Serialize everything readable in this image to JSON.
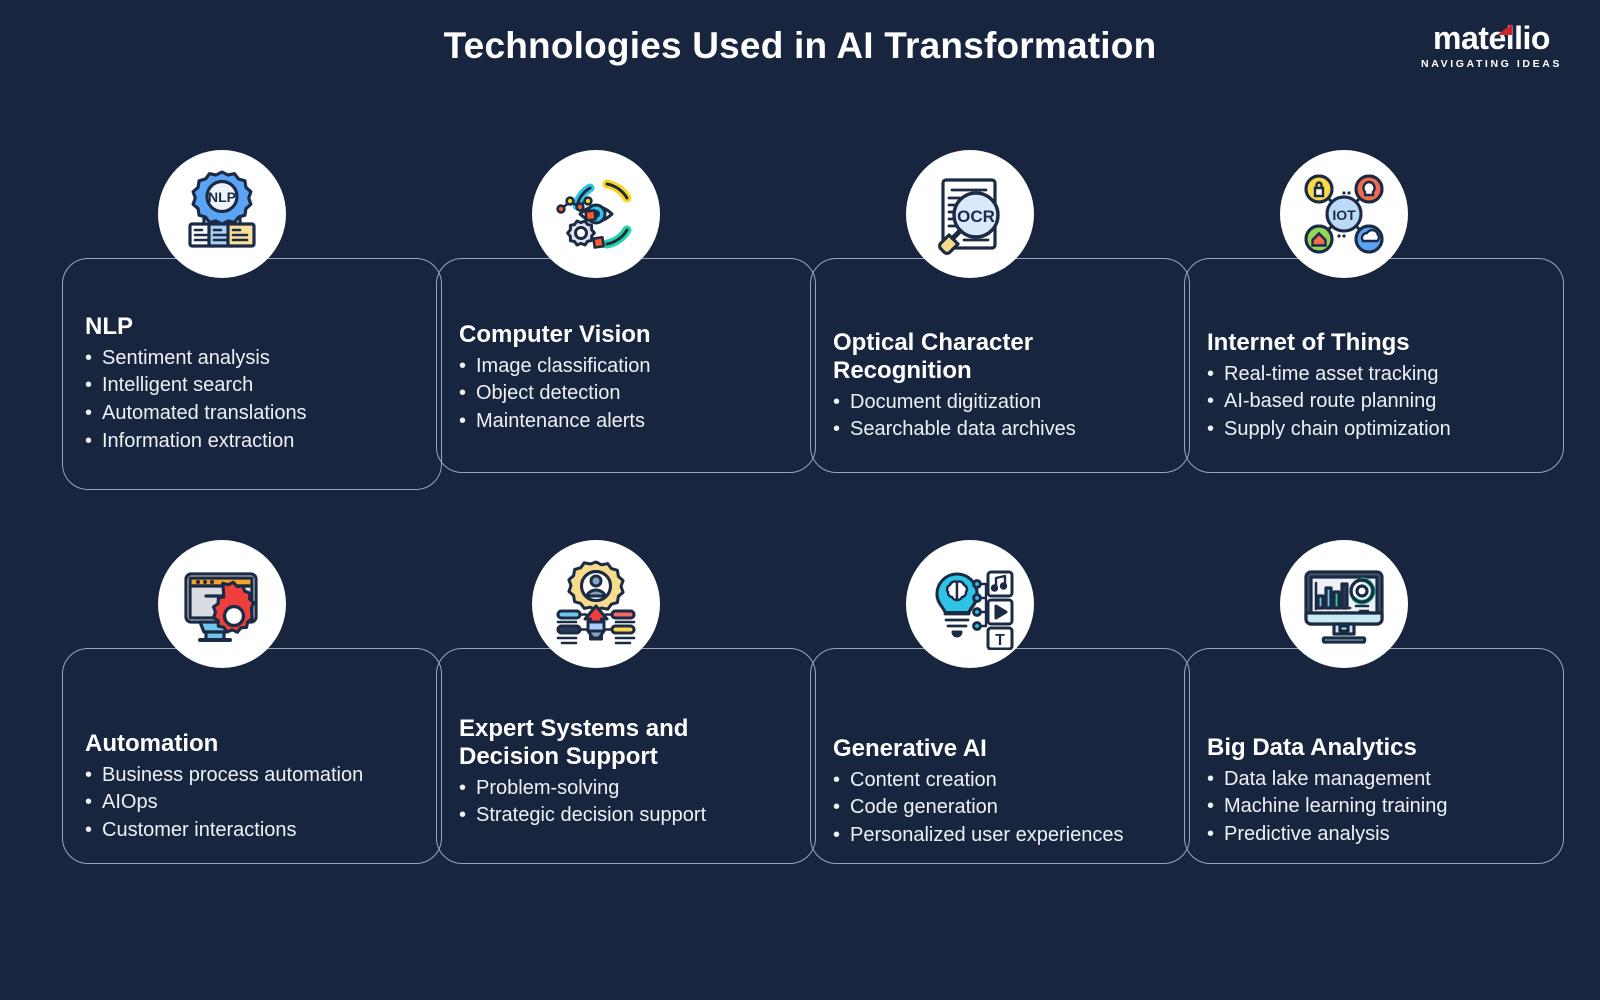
{
  "header": {
    "title": "Technologies Used in AI Transformation",
    "brand_name": "matellio",
    "brand_tagline": "NAVIGATING IDEAS",
    "brand_accent_color": "#d4232c"
  },
  "theme": {
    "background": "#17253f",
    "card_border": "#9aa6b8",
    "text": "#ffffff",
    "medallion_background": "#ffffff"
  },
  "cards": [
    {
      "id": "nlp",
      "title": "NLP",
      "icon": "nlp-gear-documents-icon",
      "bullets": [
        "Sentiment analysis",
        "Intelligent search",
        "Automated translations",
        "Information extraction"
      ]
    },
    {
      "id": "computer-vision",
      "title": "Computer Vision",
      "icon": "eye-gear-network-icon",
      "bullets": [
        "Image classification",
        "Object detection",
        "Maintenance alerts"
      ]
    },
    {
      "id": "optical-character-recognition",
      "title": "Optical Character Recognition",
      "icon": "ocr-document-magnifier-icon",
      "bullets": [
        "Document digitization",
        "Searchable data archives"
      ]
    },
    {
      "id": "internet-of-things",
      "title": "Internet of Things",
      "icon": "iot-hub-nodes-icon",
      "bullets": [
        "Real-time asset tracking",
        "AI-based route planning",
        "Supply chain optimization"
      ]
    },
    {
      "id": "automation",
      "title": "Automation",
      "icon": "monitor-gear-automation-icon",
      "bullets": [
        "Business process automation",
        "AIOps",
        "Customer interactions"
      ]
    },
    {
      "id": "expert-systems-and-decision-support",
      "title": "Expert Systems and Decision Support",
      "icon": "gear-person-decision-icon",
      "bullets": [
        "Problem-solving",
        "Strategic decision support"
      ]
    },
    {
      "id": "generative-ai",
      "title": "Generative AI",
      "icon": "lightbulb-brain-media-icon",
      "bullets": [
        "Content creation",
        "Code generation",
        "Personalized user experiences"
      ]
    },
    {
      "id": "big-data-analytics",
      "title": "Big Data Analytics",
      "icon": "monitor-charts-analytics-icon",
      "bullets": [
        "Data lake management",
        "Machine learning training",
        "Predictive analysis"
      ]
    }
  ],
  "icon_labels": {
    "nlp": "NLP",
    "ocr": "OCR",
    "iot": "IOT",
    "generative_text_glyph": "T"
  }
}
